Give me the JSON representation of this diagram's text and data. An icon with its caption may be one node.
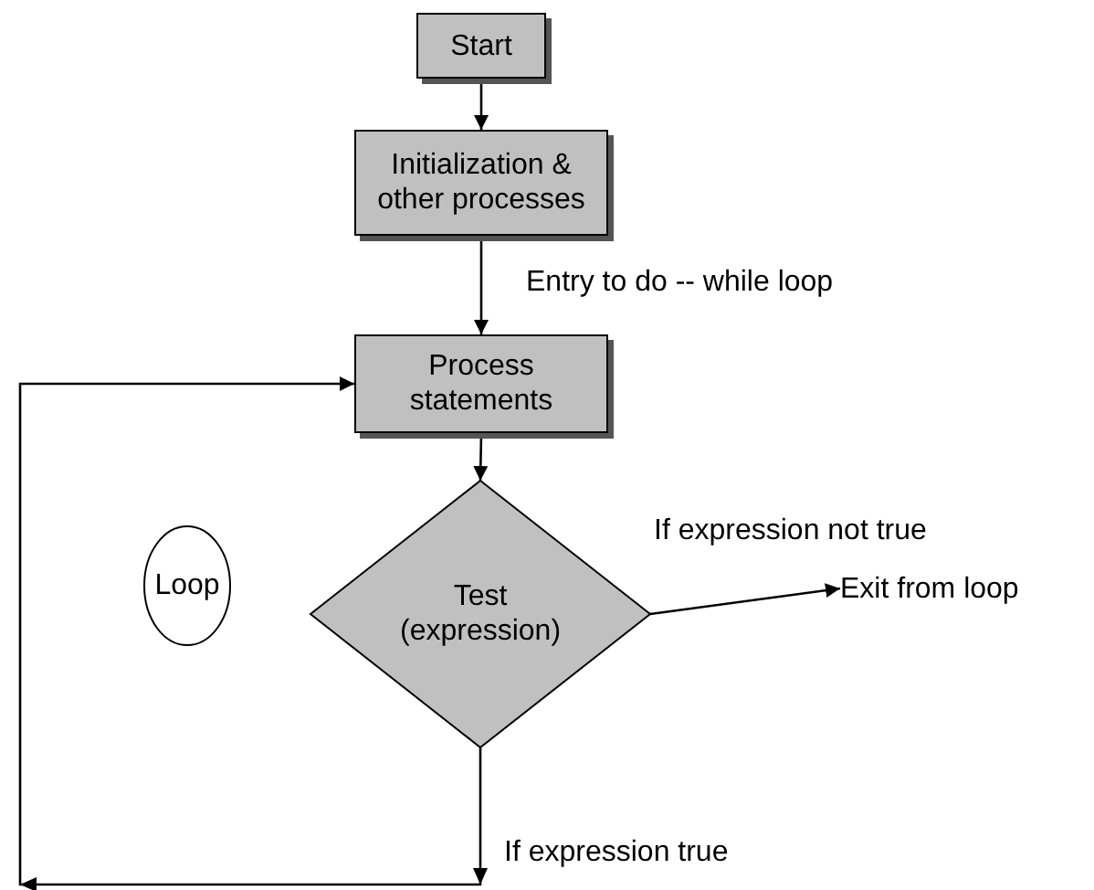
{
  "diagram": {
    "nodes": [
      {
        "text": [
          "Start"
        ]
      },
      {
        "text": [
          "Initialization & other processes"
        ]
      },
      {
        "text": [
          "Process statements"
        ]
      },
      {
        "text": [
          "Test (expression)"
        ]
      },
      {
        "text": [
          "Loop"
        ]
      },
      {
        "text": [
          "Exit from loop"
        ]
      }
    ],
    "edges": [
      {
        "from": 0,
        "to": 1,
        "arrow": "to"
      },
      {
        "from": 1,
        "to": 2,
        "arrow": "to",
        "label": "Entry to do -- while loop"
      },
      {
        "from": 2,
        "to": 3,
        "arrow": "to"
      },
      {
        "from": 3,
        "to": 5,
        "arrow": "to",
        "label": "If expression not true"
      },
      {
        "from": 3,
        "to": 2,
        "arrow": "to",
        "label": "If expression true"
      }
    ]
  }
}
